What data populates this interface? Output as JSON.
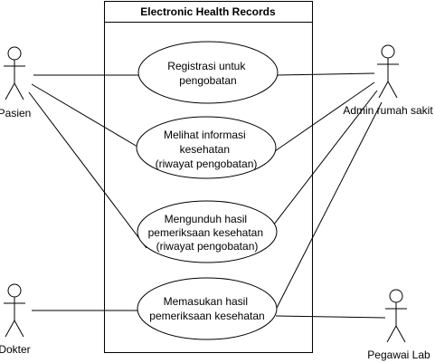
{
  "system": {
    "title": "Electronic Health Records"
  },
  "actors": {
    "pasien": {
      "label": "Pasien"
    },
    "admin": {
      "label": "Admin rumah sakit"
    },
    "dokter": {
      "label": "Dokter"
    },
    "lab": {
      "label": "Pegawai Lab"
    }
  },
  "use_cases": {
    "uc1": {
      "lines": [
        "Registrasi untuk",
        "pengobatan"
      ]
    },
    "uc2": {
      "lines": [
        "Melihat informasi",
        "kesehatan",
        "(riwayat pengobatan)"
      ]
    },
    "uc3": {
      "lines": [
        "Mengunduh hasil",
        "pemeriksaan kesehatan",
        "(riwayat pengobatan)"
      ]
    },
    "uc4": {
      "lines": [
        "Memasukan hasil",
        "pemeriksaan kesehatan"
      ]
    }
  }
}
